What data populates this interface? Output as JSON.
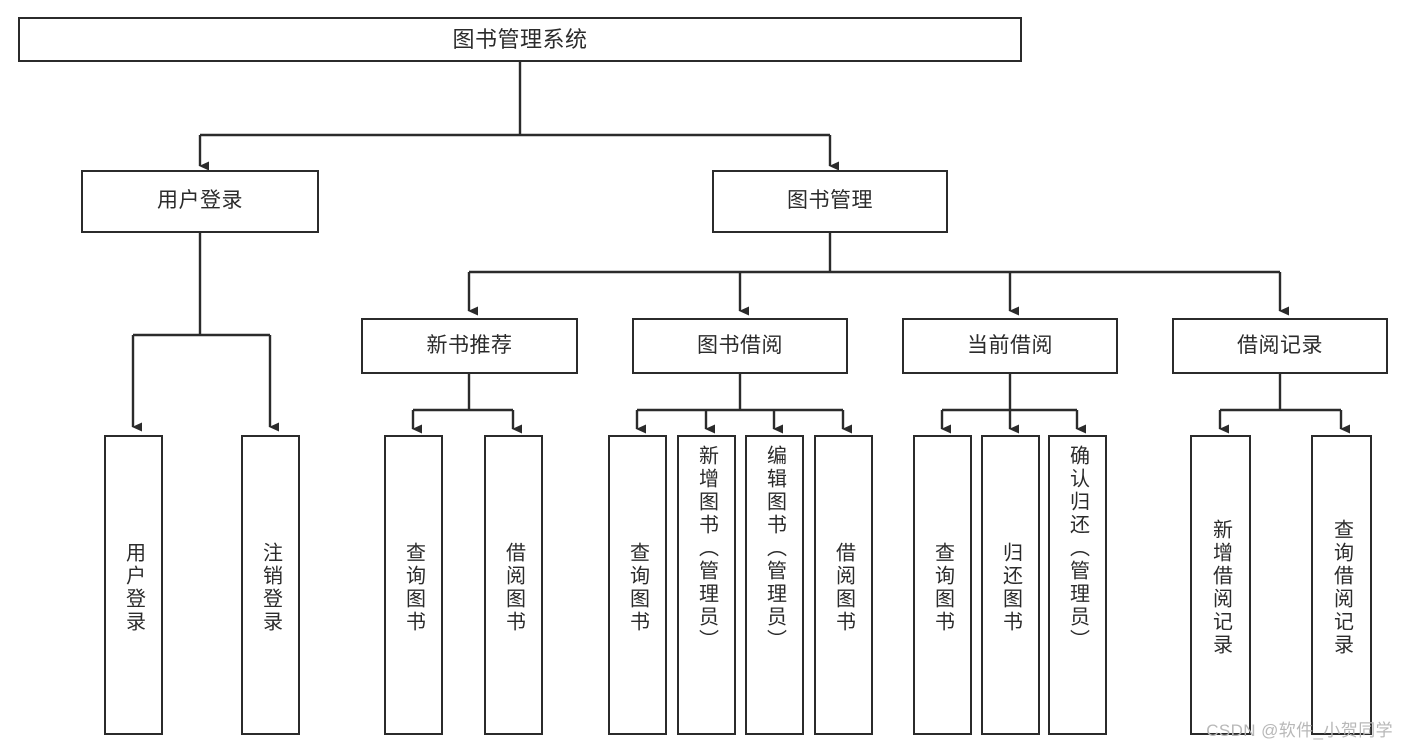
{
  "diagram": {
    "type": "tree",
    "title": "图书管理系统",
    "style": {
      "box_border_color": "#2b2b2b",
      "box_fill_color": "#ffffff",
      "text_color": "#2b2b2b",
      "edge_color": "#2b2b2b",
      "background_color": "#ffffff",
      "watermark_color": "#b8b8b8"
    },
    "levels": 4,
    "root": {
      "id": "root",
      "label": "图书管理系统",
      "orientation": "horizontal"
    },
    "level2": [
      {
        "id": "user-login",
        "label": "用户登录",
        "orientation": "horizontal"
      },
      {
        "id": "book-manage",
        "label": "图书管理",
        "orientation": "horizontal"
      }
    ],
    "level3": [
      {
        "id": "new-book-rec",
        "label": "新书推荐",
        "parent": "book-manage",
        "orientation": "horizontal"
      },
      {
        "id": "book-borrow",
        "label": "图书借阅",
        "parent": "book-manage",
        "orientation": "horizontal"
      },
      {
        "id": "current-borrow",
        "label": "当前借阅",
        "parent": "book-manage",
        "orientation": "horizontal"
      },
      {
        "id": "borrow-record",
        "label": "借阅记录",
        "parent": "book-manage",
        "orientation": "horizontal"
      }
    ],
    "leaves": [
      {
        "id": "leaf-user-login",
        "label": "用户登录",
        "parent": "user-login",
        "orientation": "vertical"
      },
      {
        "id": "leaf-user-logout",
        "label": "注销登录",
        "parent": "user-login",
        "orientation": "vertical"
      },
      {
        "id": "leaf-rec-query-book",
        "label": "查询图书",
        "parent": "new-book-rec",
        "orientation": "vertical"
      },
      {
        "id": "leaf-rec-borrow-book",
        "label": "借阅图书",
        "parent": "new-book-rec",
        "orientation": "vertical"
      },
      {
        "id": "leaf-borrow-query-book",
        "label": "查询图书",
        "parent": "book-borrow",
        "orientation": "vertical"
      },
      {
        "id": "leaf-borrow-add-book",
        "label": "新增图书（管理员）",
        "parent": "book-borrow",
        "orientation": "vertical"
      },
      {
        "id": "leaf-borrow-edit-book",
        "label": "编辑图书（管理员）",
        "parent": "book-borrow",
        "orientation": "vertical"
      },
      {
        "id": "leaf-borrow-borrow-book",
        "label": "借阅图书",
        "parent": "book-borrow",
        "orientation": "vertical"
      },
      {
        "id": "leaf-current-query-book",
        "label": "查询图书",
        "parent": "current-borrow",
        "orientation": "vertical"
      },
      {
        "id": "leaf-current-return-book",
        "label": "归还图书",
        "parent": "current-borrow",
        "orientation": "vertical"
      },
      {
        "id": "leaf-current-confirm-return",
        "label": "确认归还（管理员）",
        "parent": "current-borrow",
        "orientation": "vertical"
      },
      {
        "id": "leaf-record-add",
        "label": "新增借阅记录",
        "parent": "borrow-record",
        "orientation": "vertical"
      },
      {
        "id": "leaf-record-query",
        "label": "查询借阅记录",
        "parent": "borrow-record",
        "orientation": "vertical"
      }
    ]
  },
  "watermark": {
    "text": "CSDN @软件_小贺同学"
  }
}
